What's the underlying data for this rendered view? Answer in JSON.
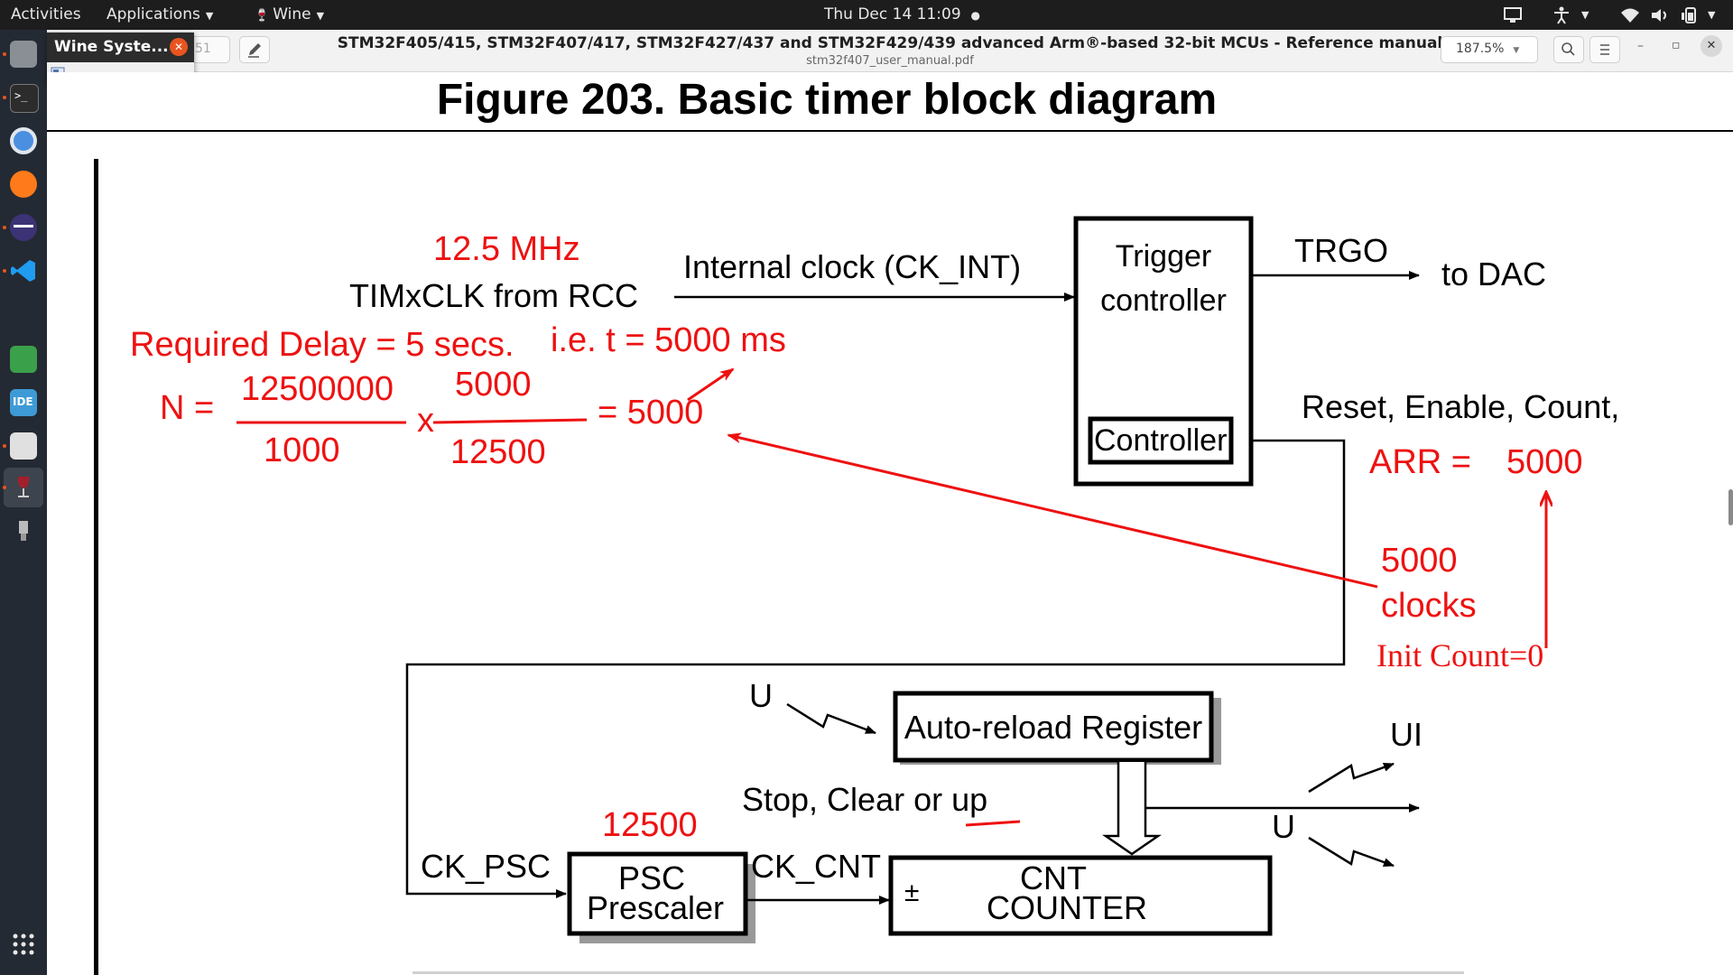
{
  "topbar": {
    "activities": "Activities",
    "applications": "Applications",
    "wine": "Wine",
    "clock": "Thu Dec 14  11:09",
    "dot": "●"
  },
  "dock": {
    "icons": [
      "files-icon",
      "terminal-icon",
      "chromium-icon",
      "firefox-icon",
      "eclipse-icon",
      "vscode-icon",
      "spreadsheet-icon",
      "ide-icon",
      "document-viewer-icon",
      "wine-icon",
      "usb-icon",
      "app-grid-icon"
    ],
    "ide_label": "IDE"
  },
  "wine_popup": {
    "title": "Wine Syste...",
    "close": "✕"
  },
  "header": {
    "page_field": "51",
    "title": "STM32F405/415, STM32F407/417, STM32F427/437 and STM32F429/439 advanced Arm®-based 32-bit MCUs - Reference manual",
    "filename": "stm32f407_user_manual.pdf",
    "zoom": "187.5%",
    "minimize": "–",
    "restore": "▫",
    "close": "✕"
  },
  "figure": {
    "title": "Figure 203. Basic timer block diagram",
    "timxclk": "TIMxCLK from RCC",
    "internal_clock": "Internal clock (CK_INT)",
    "trigger": "Trigger",
    "controller_word": "controller",
    "controller_box": "Controller",
    "trgo": "TRGO",
    "to_dac": "to DAC",
    "reset_enable_count": "Reset, Enable, Count,",
    "u_label": "U",
    "ui_label": "UI",
    "auto_reload": "Auto-reload Register",
    "stop_clear_prefix": "Stop, Clear or ",
    "stop_clear_up": "up",
    "ck_psc": "CK_PSC",
    "psc": "PSC",
    "prescaler": "Prescaler",
    "ck_cnt": "CK_CNT",
    "plus_minus": "±",
    "cnt": "CNT",
    "counter": "COUNTER"
  },
  "annotations": {
    "freq": "12.5 MHz",
    "required_delay": "Required Delay = 5 secs.",
    "ie_t": "i.e. t = 5000 ms",
    "n_eq": "N =",
    "num1": "12500000",
    "den1": "1000",
    "times": "x",
    "num2": "5000",
    "den2": "12500",
    "result": "= 5000",
    "arr": "ARR =",
    "arr_val": "5000",
    "clocks_num": "5000",
    "clocks_word": "clocks",
    "init_count": "Init  Count=0",
    "psc_val": "12500"
  },
  "colors": {
    "annotation_red": "#ee1111",
    "topbar_bg": "#1d1d1d",
    "dock_bg": "#242a33",
    "accent": "#e95420"
  }
}
